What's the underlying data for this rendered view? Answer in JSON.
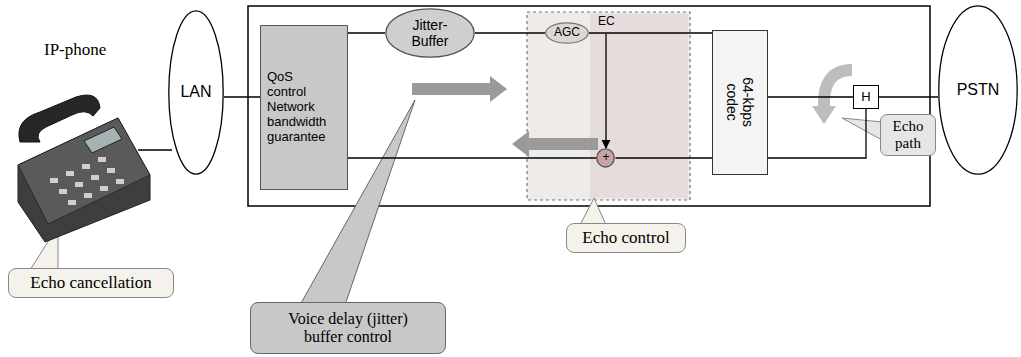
{
  "diagram": {
    "nodes": [
      {
        "text": [
          "LAN"
        ]
      },
      {
        "text": [
          "QoS control Network bandwidth guarantee"
        ]
      },
      {
        "text": [
          "Jitter-Buffer"
        ]
      },
      {
        "text": [
          "AGC"
        ]
      },
      {
        "text": [
          "64-kbps codec"
        ]
      },
      {
        "text": [
          "H"
        ]
      },
      {
        "text": [
          "PSTN"
        ]
      },
      {
        "text": [
          "Echo cancellation"
        ]
      },
      {
        "text": [
          "Voice delay (jitter) buffer control"
        ]
      },
      {
        "text": [
          "Echo control"
        ]
      },
      {
        "text": [
          "Echo path"
        ]
      },
      {
        "text": [
          "+"
        ]
      }
    ],
    "edges": [
      {
        "from": 0,
        "to": 1,
        "arrow": "none"
      },
      {
        "from": 1,
        "to": 2,
        "arrow": "none"
      },
      {
        "from": 2,
        "to": 3,
        "arrow": "none"
      },
      {
        "from": 3,
        "to": 4,
        "arrow": "none"
      },
      {
        "from": 4,
        "to": 5,
        "arrow": "none"
      },
      {
        "from": 5,
        "to": 6,
        "arrow": "none"
      },
      {
        "from": 5,
        "to": 4,
        "arrow": "none"
      },
      {
        "from": 4,
        "to": 11,
        "arrow": "none"
      },
      {
        "from": 11,
        "to": 1,
        "arrow": "none"
      }
    ],
    "labels": [
      "IP-phone",
      "EC"
    ]
  }
}
